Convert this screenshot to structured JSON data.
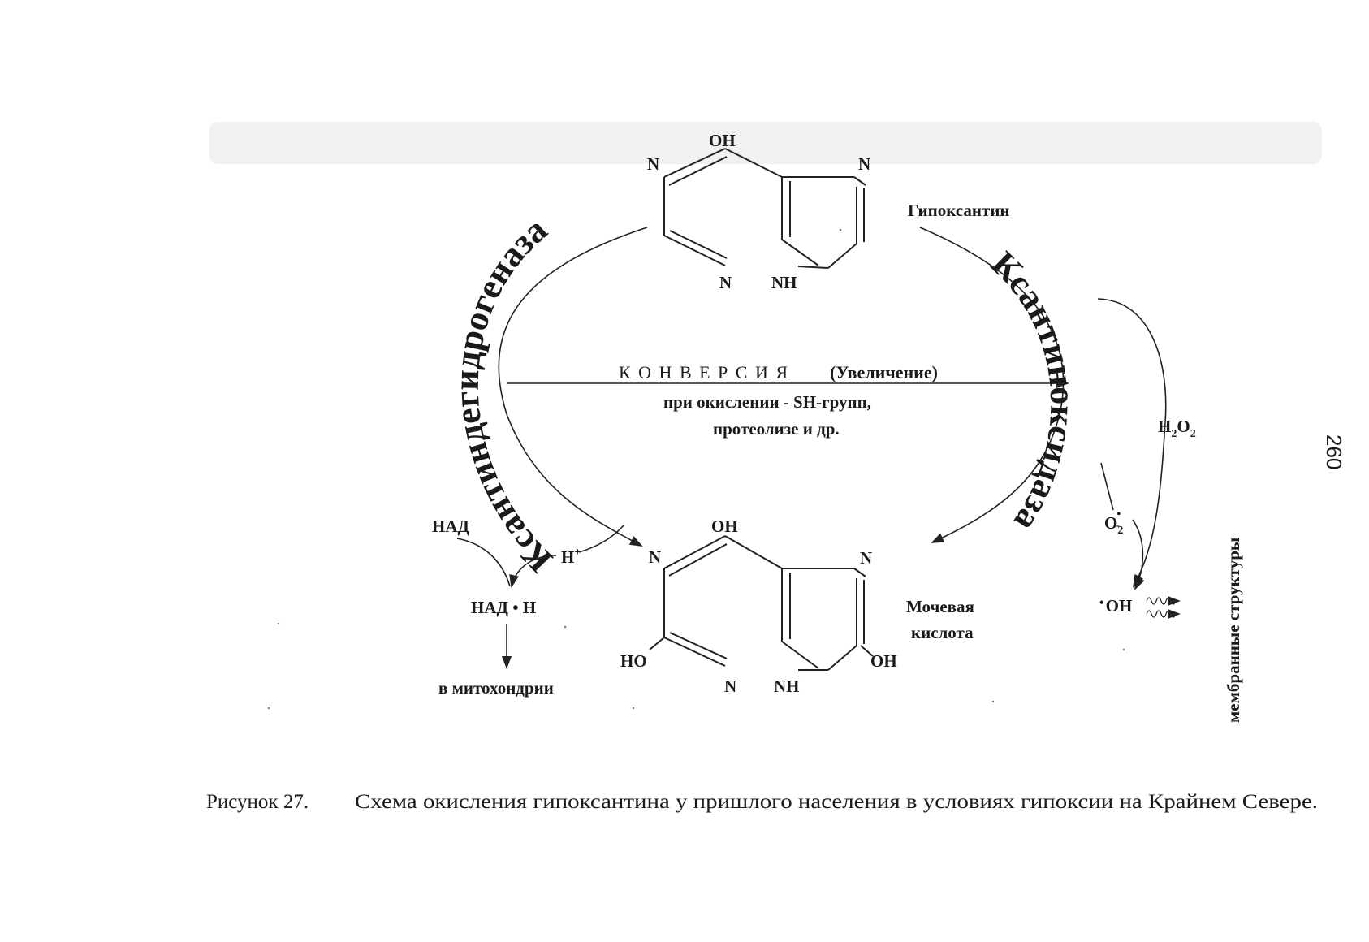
{
  "hypoxanthine": {
    "name": "Гипоксантин",
    "atoms": {
      "oh": "OH",
      "n1": "N",
      "n3": "N",
      "n7": "N",
      "nh9": "NH"
    }
  },
  "uric_acid": {
    "name_line1": "Мочевая",
    "name_line2": "кислота",
    "atoms": {
      "oh_top": "OH",
      "n1": "N",
      "n7": "N",
      "ho": "HO",
      "oh_right": "OH",
      "n3": "N",
      "nh9": "NH"
    }
  },
  "enzymes": {
    "left": "Ксантиндегидрогеназа",
    "right": "Ксантиноксидаза"
  },
  "conversion": {
    "title": "К О Н В Е Р С И Я",
    "increase": "(Увеличение)",
    "line2": "при окислении - SH-групп,",
    "line3": "протеолизе и др."
  },
  "nad_pathway": {
    "nad": "НАД",
    "h_plus": "H",
    "h_sup": "+",
    "nadh": "НАД • Н",
    "to_mito": "в митохондрии"
  },
  "ros": {
    "h2o2_h": "H",
    "h2o2_2a": "2",
    "h2o2_o": "O",
    "h2o2_2b": "2",
    "superoxide_o": "O",
    "superoxide_2": "2",
    "superoxide_dot": "•",
    "superoxide_charge": "-",
    "hydroxyl_dot": "•",
    "hydroxyl": "OH",
    "membrane": "мембранные структуры"
  },
  "page_number": "260",
  "caption": {
    "label": "Рисунок 27.",
    "text": "Схема окисления гипоксантина у пришлого населения в условиях гипоксии на Крайнем Севере."
  }
}
